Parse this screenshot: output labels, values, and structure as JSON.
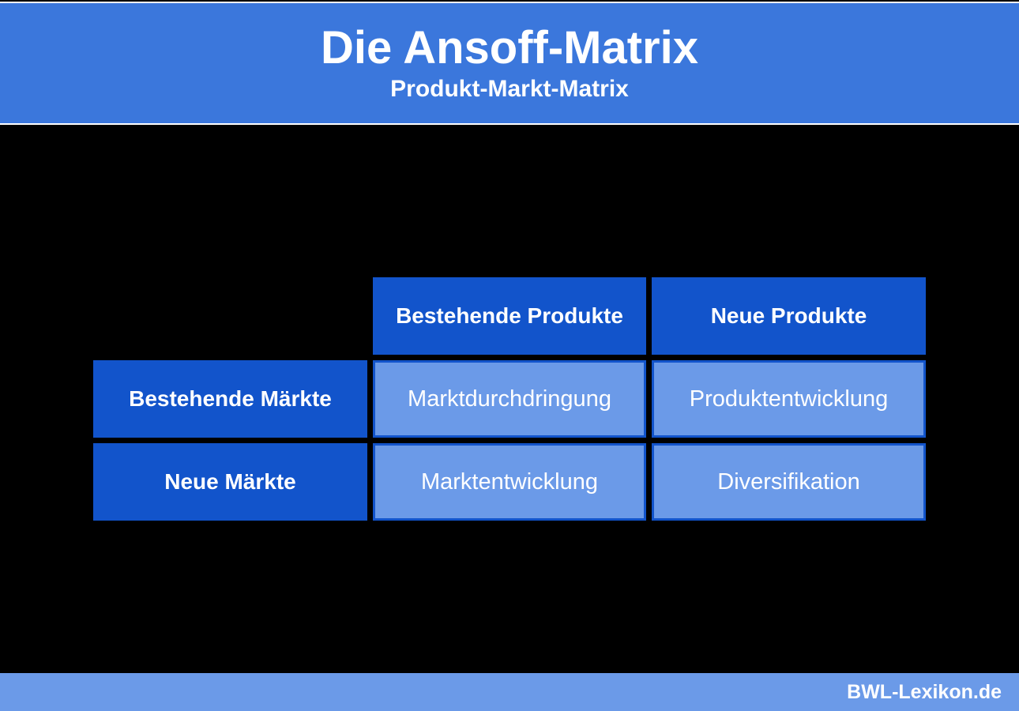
{
  "header": {
    "title": "Die Ansoff-Matrix",
    "subtitle": "Produkt-Markt-Matrix"
  },
  "matrix": {
    "column_headers": [
      "Bestehende Produkte",
      "Neue Produkte"
    ],
    "row_headers": [
      "Bestehende Märkte",
      "Neue Märkte"
    ],
    "cells": [
      [
        "Marktdurchdringung",
        "Produktentwicklung"
      ],
      [
        "Marktentwicklung",
        "Diversifikation"
      ]
    ]
  },
  "footer": {
    "brand": "BWL-Lexikon.de"
  },
  "colors": {
    "header_blue": "#3b77dc",
    "dark_blue": "#1254cb",
    "light_blue": "#6b9ae8",
    "background": "#000000",
    "text": "#ffffff"
  }
}
